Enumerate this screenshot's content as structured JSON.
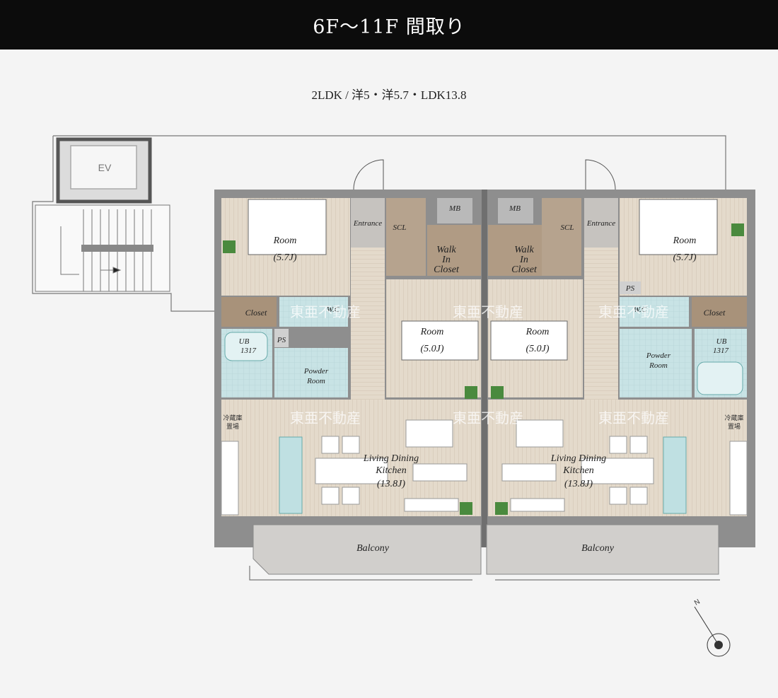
{
  "header": {
    "title": "6F～11F 間取り"
  },
  "plan": {
    "subtitle": "2LDK  /  洋5・洋5.7・LDK13.8"
  },
  "labels": {
    "ev": "EV",
    "mb": "MB",
    "entrance": "Entrance",
    "scl": "SCL",
    "walk_in_closet": [
      "Walk",
      "In",
      "Closet"
    ],
    "room": "Room",
    "room_57": "(5.7J)",
    "room_50": "(5.0J)",
    "closet": "Closet",
    "wc": "W.C",
    "ub": "UB",
    "ub_size": "1317",
    "ps": "PS",
    "powder_room": [
      "Powder",
      "Room"
    ],
    "fridge": [
      "冷蔵庫",
      "置場"
    ],
    "ldk": [
      "Living  Dining",
      "Kitchen",
      "(13.8J)"
    ],
    "balcony": "Balcony"
  },
  "watermark": "東亜不動産",
  "colors": {
    "header_bg": "#0c0c0c",
    "wall": "#8e8e8e",
    "floor": "#e3d9c9",
    "wet": "#c9e4e6",
    "storage": "#b7a38c",
    "balcony": "#cfcdca"
  },
  "compass": {
    "north": "N"
  }
}
